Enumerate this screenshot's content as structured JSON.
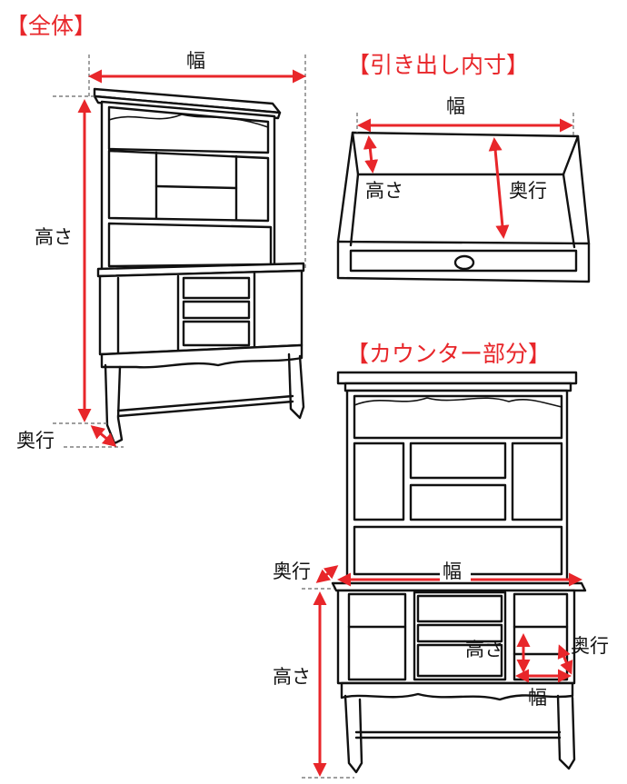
{
  "sections": {
    "overall": {
      "title": "【全体】",
      "width": "幅",
      "height": "高さ",
      "depth": "奥行"
    },
    "drawer": {
      "title": "【引き出し内寸】",
      "width": "幅",
      "height": "高さ",
      "depth": "奥行"
    },
    "counter": {
      "title": "【カウンター部分】",
      "width": "幅",
      "height": "高さ",
      "depth": "奥行",
      "inner_height": "高さ",
      "inner_depth": "奥行",
      "inner_width": "幅"
    }
  },
  "colors": {
    "accent": "#e8262a",
    "ink": "#111111"
  }
}
